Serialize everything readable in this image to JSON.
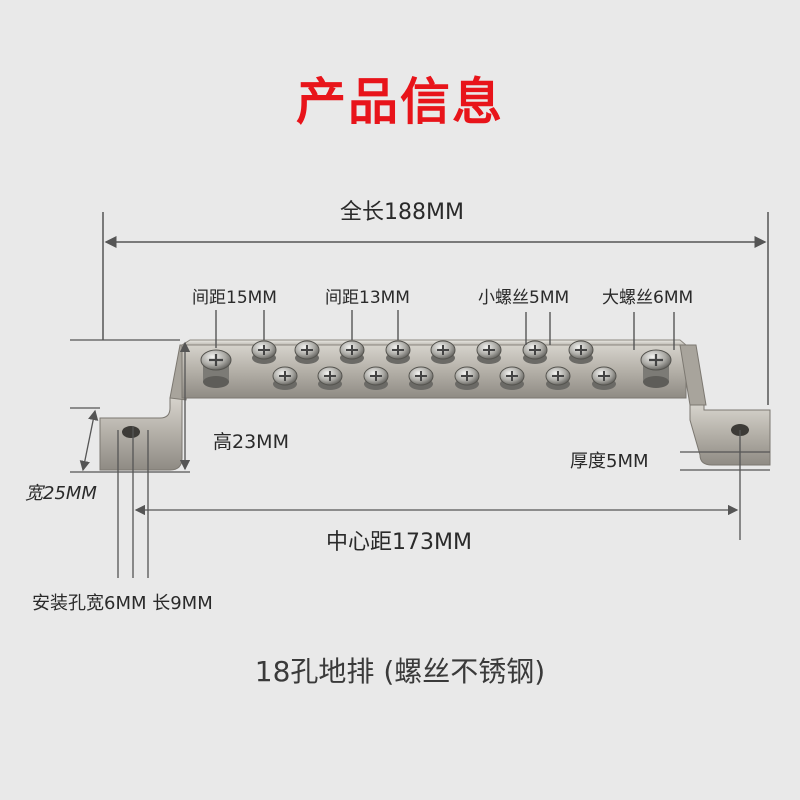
{
  "title": "产品信息",
  "labels": {
    "total_length": "全长188MM",
    "pitch_15": "间距15MM",
    "pitch_13": "间距13MM",
    "small_screw": "小螺丝5MM",
    "large_screw": "大螺丝6MM",
    "height": "高23MM",
    "width": "宽25MM",
    "thickness": "厚度5MM",
    "center_distance": "中心距173MM",
    "mount_hole": "安装孔宽6MM 长9MM"
  },
  "caption": "18孔地排 (螺丝不锈钢)",
  "colors": {
    "background": "#e9e9e9",
    "title": "#e8141a",
    "metal": "#b9b5ad",
    "dimension_line": "#555555"
  }
}
